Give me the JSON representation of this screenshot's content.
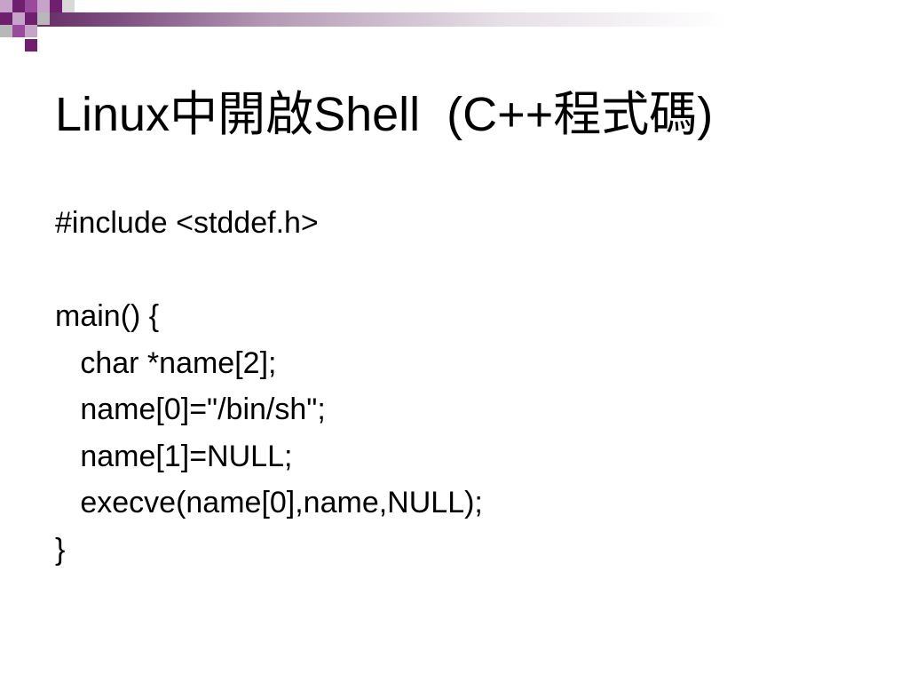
{
  "slide": {
    "title": "Linux中開啟Shell  (C++程式碼)",
    "code_lines": [
      "#include <stddef.h>",
      "",
      "main() {",
      "   char *name[2];",
      "   name[0]=\"/bin/sh\";",
      "   name[1]=NULL;",
      "   execve(name[0],name,NULL);",
      "}"
    ]
  },
  "theme": {
    "accent_dark": "#6e1f6e",
    "accent_mid": "#9a4a9c",
    "accent_light": "#c6a3c8",
    "background": "#ffffff",
    "text": "#000000"
  }
}
